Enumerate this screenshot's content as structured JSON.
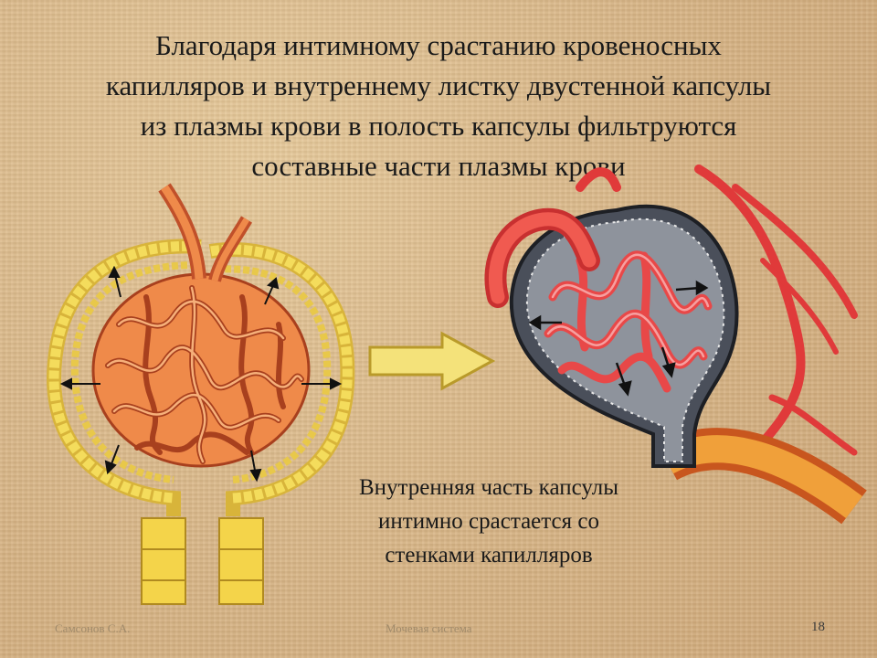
{
  "slide": {
    "title_lines": [
      "Благодаря интимному срастанию кровеносных",
      "капилляров и внутреннему листку двустенной капсулы",
      "из плазмы крови в полость капсулы фильтруются",
      "составные части плазмы крови"
    ],
    "caption_lines": [
      "Внутренняя часть капсулы",
      "интимно срастается со",
      "стенками капилляров"
    ],
    "footer": {
      "author": "Самсонов С.А.",
      "subject": "Мочевая система",
      "page_number": "18"
    }
  },
  "colors": {
    "capillary": "#e2502e",
    "capsule_wall": "#f2d44a",
    "vessel": "#e03a3a",
    "arrow": "#f4e27a"
  },
  "icons": {
    "transition_arrow": "right-arrow-icon"
  }
}
